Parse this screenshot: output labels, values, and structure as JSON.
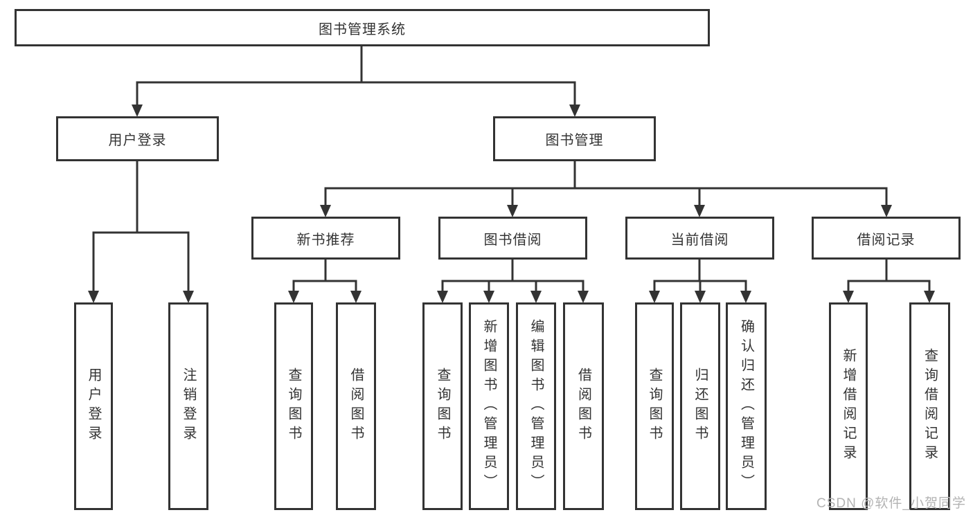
{
  "diagram_title": "图书管理系统",
  "tree": {
    "label": "图书管理系统",
    "children": [
      {
        "label": "用户登录",
        "children": [
          {
            "label": "用户登录"
          },
          {
            "label": "注销登录"
          }
        ]
      },
      {
        "label": "图书管理",
        "children": [
          {
            "label": "新书推荐",
            "children": [
              {
                "label": "查询图书"
              },
              {
                "label": "借阅图书"
              }
            ]
          },
          {
            "label": "图书借阅",
            "children": [
              {
                "label": "查询图书"
              },
              {
                "label": "新增图书（管理员）"
              },
              {
                "label": "编辑图书（管理员）"
              },
              {
                "label": "借阅图书"
              }
            ]
          },
          {
            "label": "当前借阅",
            "children": [
              {
                "label": "查询图书"
              },
              {
                "label": "归还图书"
              },
              {
                "label": "确认归还（管理员）"
              }
            ]
          },
          {
            "label": "借阅记录",
            "children": [
              {
                "label": "新增借阅记录"
              },
              {
                "label": "查询借阅记录"
              }
            ]
          }
        ]
      }
    ]
  },
  "watermark": {
    "text": "CSDN @软件_小贺同学"
  },
  "colors": {
    "line": "#333333",
    "box_border": "#333333",
    "text": "#333333",
    "watermark": "#b3b3b3",
    "background": "#ffffff"
  }
}
